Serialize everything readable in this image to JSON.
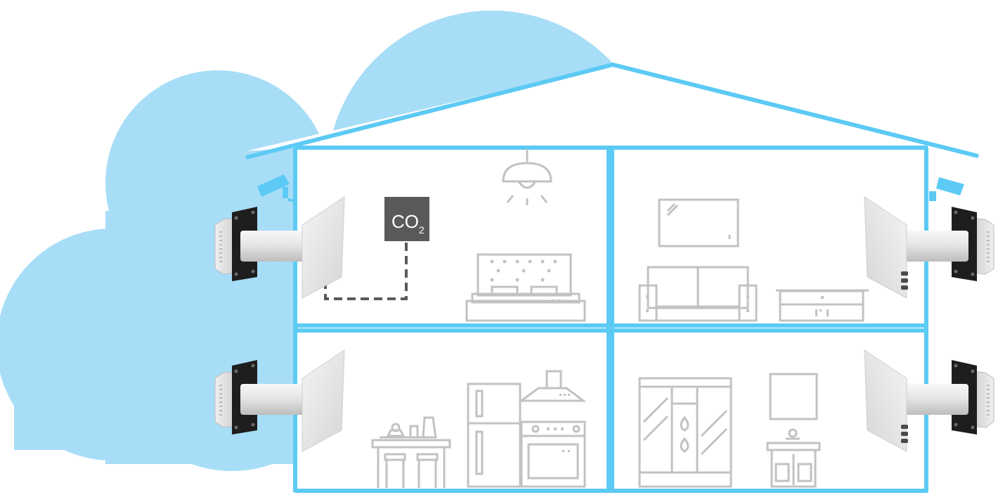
{
  "colors": {
    "cloud": "#a8ddf7",
    "house_outline": "#5ccaf4",
    "furniture_line": "#c2c2c2",
    "sensor_box": "#5a5a5a",
    "sensor_wire": "#5a5a5a",
    "unit_body": "#ececec",
    "unit_flange": "#1e1e1e"
  },
  "co2_sensor": {
    "main": "CO",
    "subscript": "2"
  },
  "rooms": [
    {
      "name": "bedroom",
      "icons": [
        "ceiling-lamp-icon",
        "bed-icon",
        "co2-sensor-icon"
      ]
    },
    {
      "name": "living-room",
      "icons": [
        "wall-tv-icon",
        "sofa-icon",
        "tv-stand-icon"
      ]
    },
    {
      "name": "kitchen",
      "icons": [
        "kitchen-table-icon",
        "fridge-icon",
        "stove-icon",
        "range-hood-icon"
      ]
    },
    {
      "name": "bathroom",
      "icons": [
        "wardrobe-icon",
        "mirror-icon",
        "washbasin-icon"
      ]
    }
  ],
  "ventilators": [
    {
      "id": "upper-left",
      "icon": "wall-ventilator-icon"
    },
    {
      "id": "lower-left",
      "icon": "wall-ventilator-icon"
    },
    {
      "id": "upper-right",
      "icon": "wall-ventilator-icon"
    },
    {
      "id": "lower-right",
      "icon": "wall-ventilator-icon"
    }
  ],
  "outdoor_units": [
    {
      "id": "left",
      "icon": "outdoor-hood-icon"
    },
    {
      "id": "right",
      "icon": "outdoor-hood-icon"
    }
  ]
}
